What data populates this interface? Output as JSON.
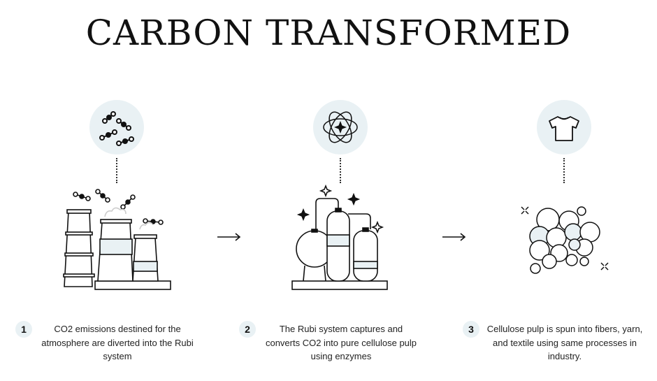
{
  "title": "CARBON TRANSFORMED",
  "steps": [
    {
      "number": "1",
      "text": "CO2 emissions destined for the atmosphere are diverted into the Rubi system",
      "icon": "molecules-icon",
      "illustration": "factory-smokestacks"
    },
    {
      "number": "2",
      "text": "The Rubi system captures and converts CO2 into pure cellulose pulp using enzymes",
      "icon": "orbit-sparkle-icon",
      "illustration": "bioreactor-tanks"
    },
    {
      "number": "3",
      "text": "Cellulose pulp is spun into fibers, yarn, and textile using same processes in industry.",
      "icon": "tshirt-icon",
      "illustration": "cellulose-pulp-bubbles"
    }
  ],
  "colors": {
    "accent_bg": "#e9f1f4",
    "ink": "#1c1c1c"
  }
}
